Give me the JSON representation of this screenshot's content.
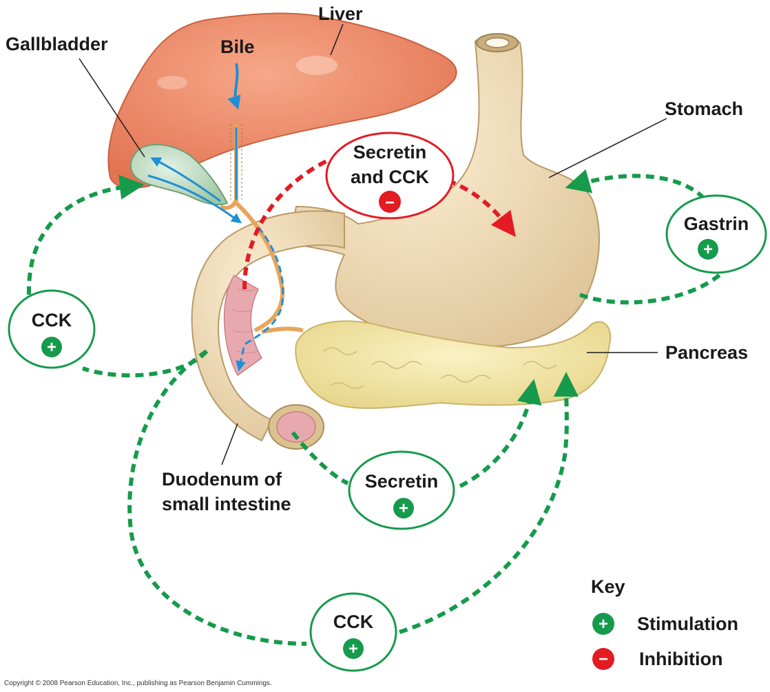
{
  "labels": {
    "liver": "Liver",
    "gallbladder": "Gallbladder",
    "bile": "Bile",
    "stomach": "Stomach",
    "pancreas": "Pancreas",
    "duodenum_line1": "Duodenum of",
    "duodenum_line2": "small intestine"
  },
  "hormones": {
    "secretin_cck_line1": "Secretin",
    "secretin_cck_line2": "and CCK",
    "gastrin": "Gastrin",
    "cck_left": "CCK",
    "secretin": "Secretin",
    "cck_bottom": "CCK"
  },
  "key": {
    "title": "Key",
    "stimulation": "Stimulation",
    "inhibition": "Inhibition",
    "plus_symbol": "+",
    "minus_symbol": "−"
  },
  "copyright": "Copyright © 2008 Pearson Education, Inc., publishing as Pearson Benjamin Cummings.",
  "colors": {
    "stimulation": "#169a4c",
    "inhibition": "#e31b23",
    "bile_flow": "#1e8fd6",
    "liver": "#ef8a66",
    "stomach": "#efdcb6",
    "pancreas": "#f3e7a8",
    "intestine_lining": "#e7a9ad"
  }
}
